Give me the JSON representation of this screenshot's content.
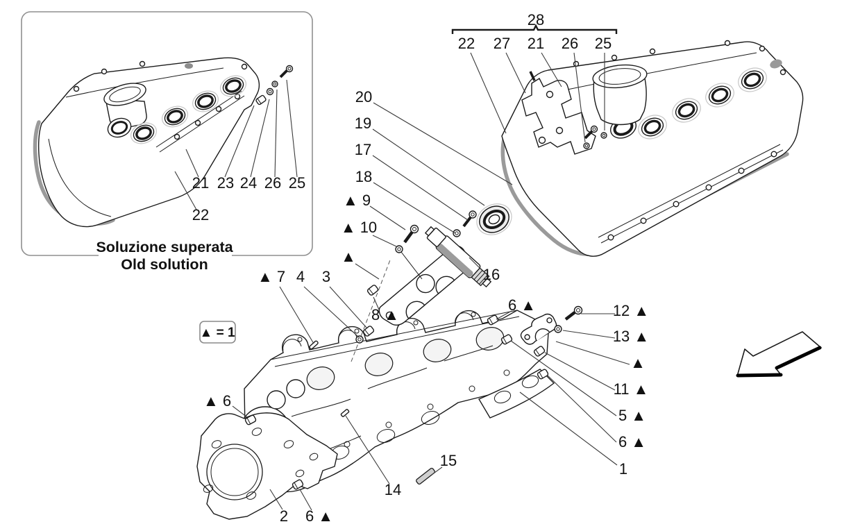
{
  "diagram": {
    "type": "exploded-parts-diagram",
    "subject": "cylinder head, valve covers and hardware",
    "inset": {
      "caption_line1": "Soluzione superata",
      "caption_line2": "Old solution",
      "callouts": [
        {
          "label": "21"
        },
        {
          "label": "23"
        },
        {
          "label": "24"
        },
        {
          "label": "26"
        },
        {
          "label": "25"
        },
        {
          "label": "22"
        }
      ]
    },
    "top_right_group": {
      "label": "28",
      "callouts": [
        {
          "label": "22"
        },
        {
          "label": "27"
        },
        {
          "label": "21"
        },
        {
          "label": "26"
        },
        {
          "label": "25"
        }
      ]
    },
    "main_callouts": [
      {
        "label": "20"
      },
      {
        "label": "19"
      },
      {
        "label": "17"
      },
      {
        "label": "18"
      },
      {
        "label": "▲ 9"
      },
      {
        "label": "▲ 10"
      },
      {
        "label": "▲"
      },
      {
        "label": "▲ 7"
      },
      {
        "label": "4"
      },
      {
        "label": "3"
      },
      {
        "label": "8 ▲"
      },
      {
        "label": "16"
      },
      {
        "label": "6 ▲"
      },
      {
        "label": "12 ▲"
      },
      {
        "label": "13 ▲"
      },
      {
        "label": "▲"
      },
      {
        "label": "11 ▲"
      },
      {
        "label": "5 ▲"
      },
      {
        "label": "6 ▲"
      },
      {
        "label": "1"
      },
      {
        "label": "▲ 6"
      },
      {
        "label": "2"
      },
      {
        "label": "6 ▲"
      },
      {
        "label": "14"
      },
      {
        "label": "15"
      }
    ],
    "legend": {
      "label": "▲ = 1"
    },
    "colors": {
      "background": "#ffffff",
      "line": "#1a1a1a",
      "leader": "#3a3a3a",
      "gasket_gray": "#9a9a9a",
      "border_gray": "#8f8f8f",
      "shade_light": "#e8e8e8",
      "shade_mid": "#bfbfbf"
    }
  }
}
